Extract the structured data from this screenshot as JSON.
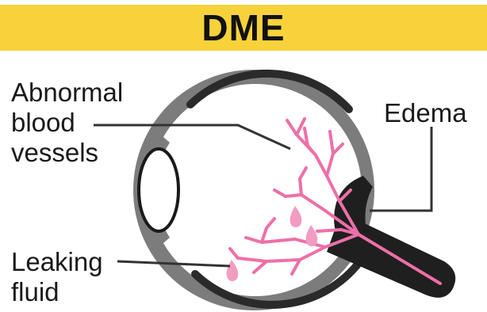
{
  "title": "DME",
  "labels": {
    "abnormal_vessels": [
      "Abnormal",
      "blood",
      "vessels"
    ],
    "leaking_fluid": [
      "Leaking",
      "fluid"
    ],
    "edema": "Edema"
  },
  "colors": {
    "banner": "#f7d23a",
    "eye_wall": "#7c7c7c",
    "eye_dark": "#2a2a2a",
    "vessels": "#ee6fa8",
    "fluid": "#f29cc2",
    "leader": "#333333"
  }
}
